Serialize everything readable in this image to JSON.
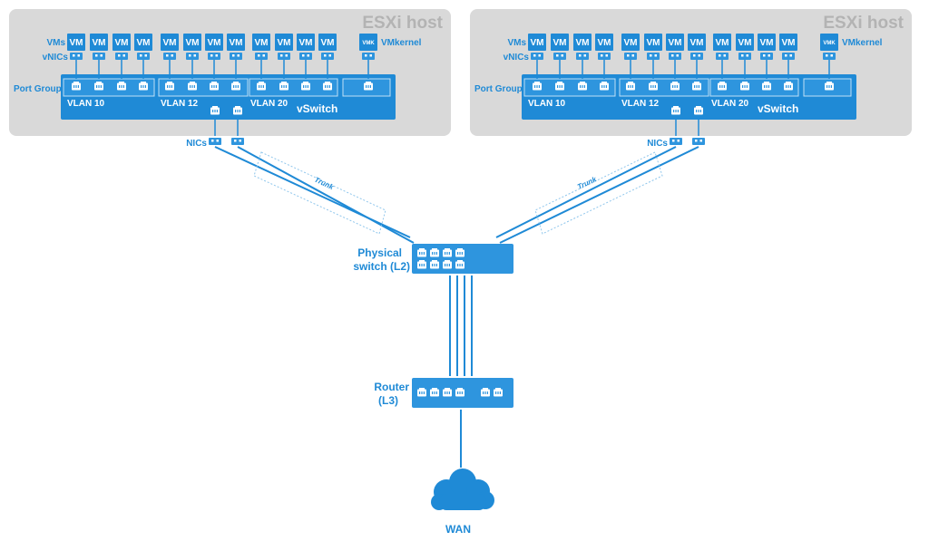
{
  "colors": {
    "accent": "#1f8ad6",
    "host_bg": "#d9d9d9",
    "port_group": "#2e95de",
    "port_group_border": "#bfe0f7",
    "white": "#ffffff"
  },
  "hosts": [
    {
      "title": "ESXi host",
      "vm_label": "VM",
      "vmk_label": "VMK",
      "vmkernel_label": "VMkernel",
      "labels": {
        "vms": "VMs",
        "vnics": "vNICs",
        "port_groups": "Port Groups",
        "nics": "NICs"
      },
      "vlans": [
        "VLAN 10",
        "VLAN 12",
        "VLAN 20"
      ],
      "vswitch_label": "vSwitch",
      "trunk_label": "Trunk"
    },
    {
      "title": "ESXi host",
      "vm_label": "VM",
      "vmk_label": "VMK",
      "vmkernel_label": "VMkernel",
      "labels": {
        "vms": "VMs",
        "vnics": "vNICs",
        "port_groups": "Port Groups",
        "nics": "NICs"
      },
      "vlans": [
        "VLAN 10",
        "VLAN 12",
        "VLAN 20"
      ],
      "vswitch_label": "vSwitch",
      "trunk_label": "Trunk"
    }
  ],
  "physical_switch": {
    "line1": "Physical",
    "line2": "switch (L2)"
  },
  "router": {
    "line1": "Router",
    "line2": "(L3)"
  },
  "wan": {
    "label": "WAN",
    "icon": "cloud-icon"
  }
}
